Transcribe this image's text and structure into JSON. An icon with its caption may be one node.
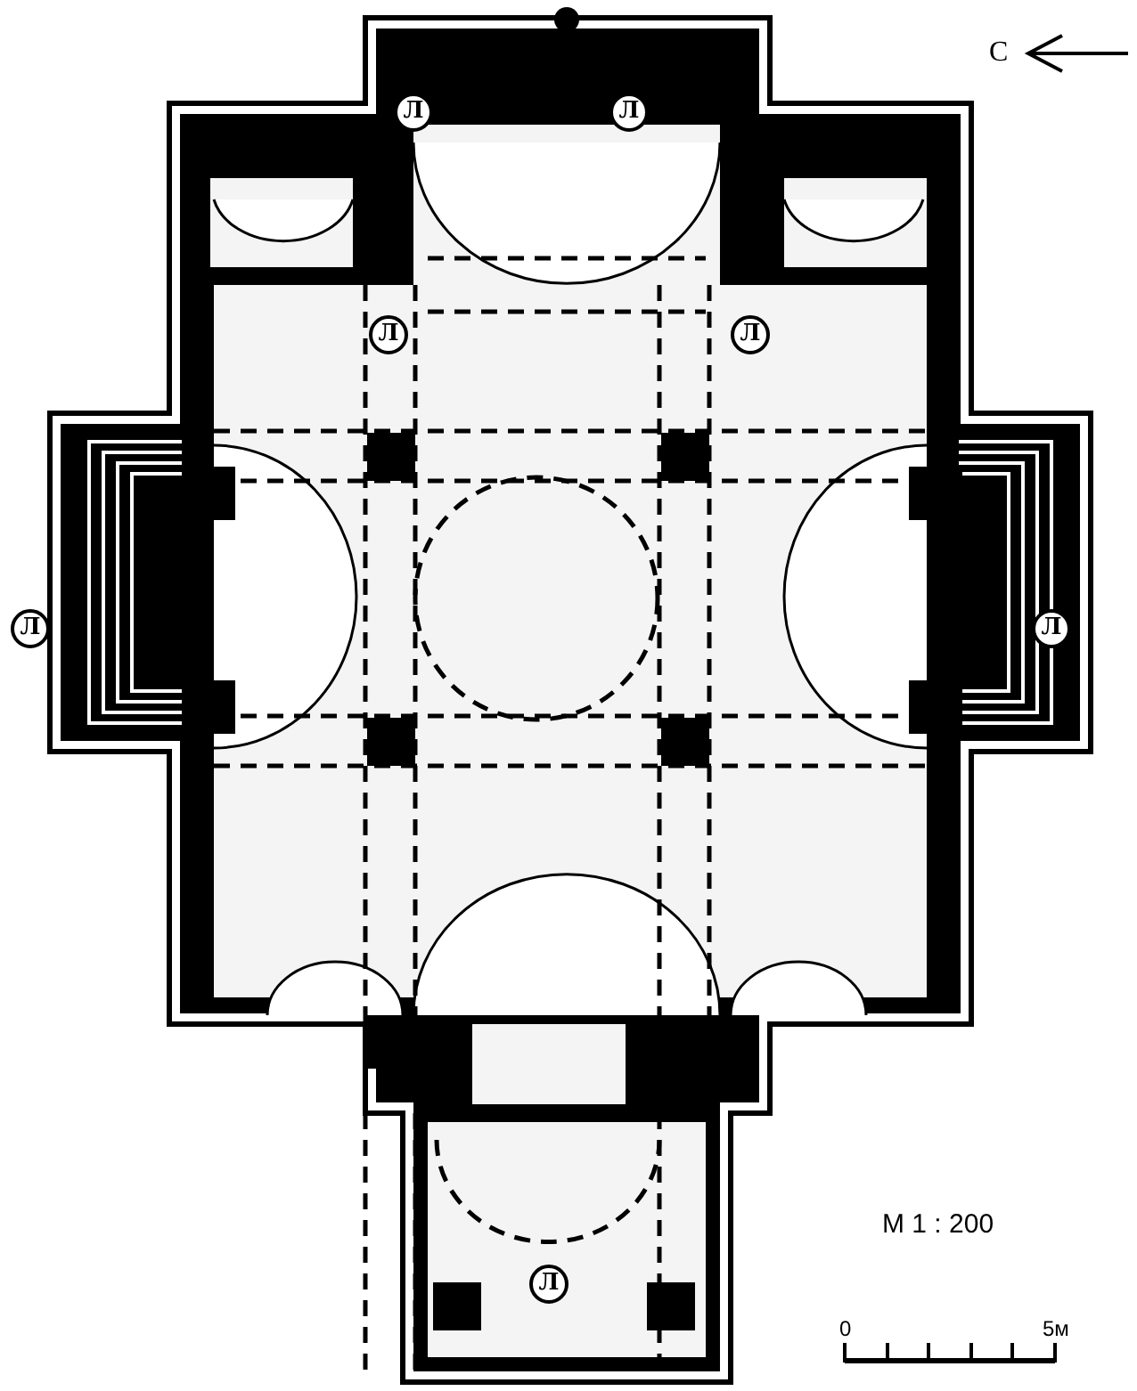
{
  "diagram": {
    "labels": [
      "С",
      "Л",
      "Л",
      "Л",
      "Л",
      "Л",
      "Л",
      "Л",
      "М 1 : 200",
      "0",
      "5м"
    ]
  }
}
